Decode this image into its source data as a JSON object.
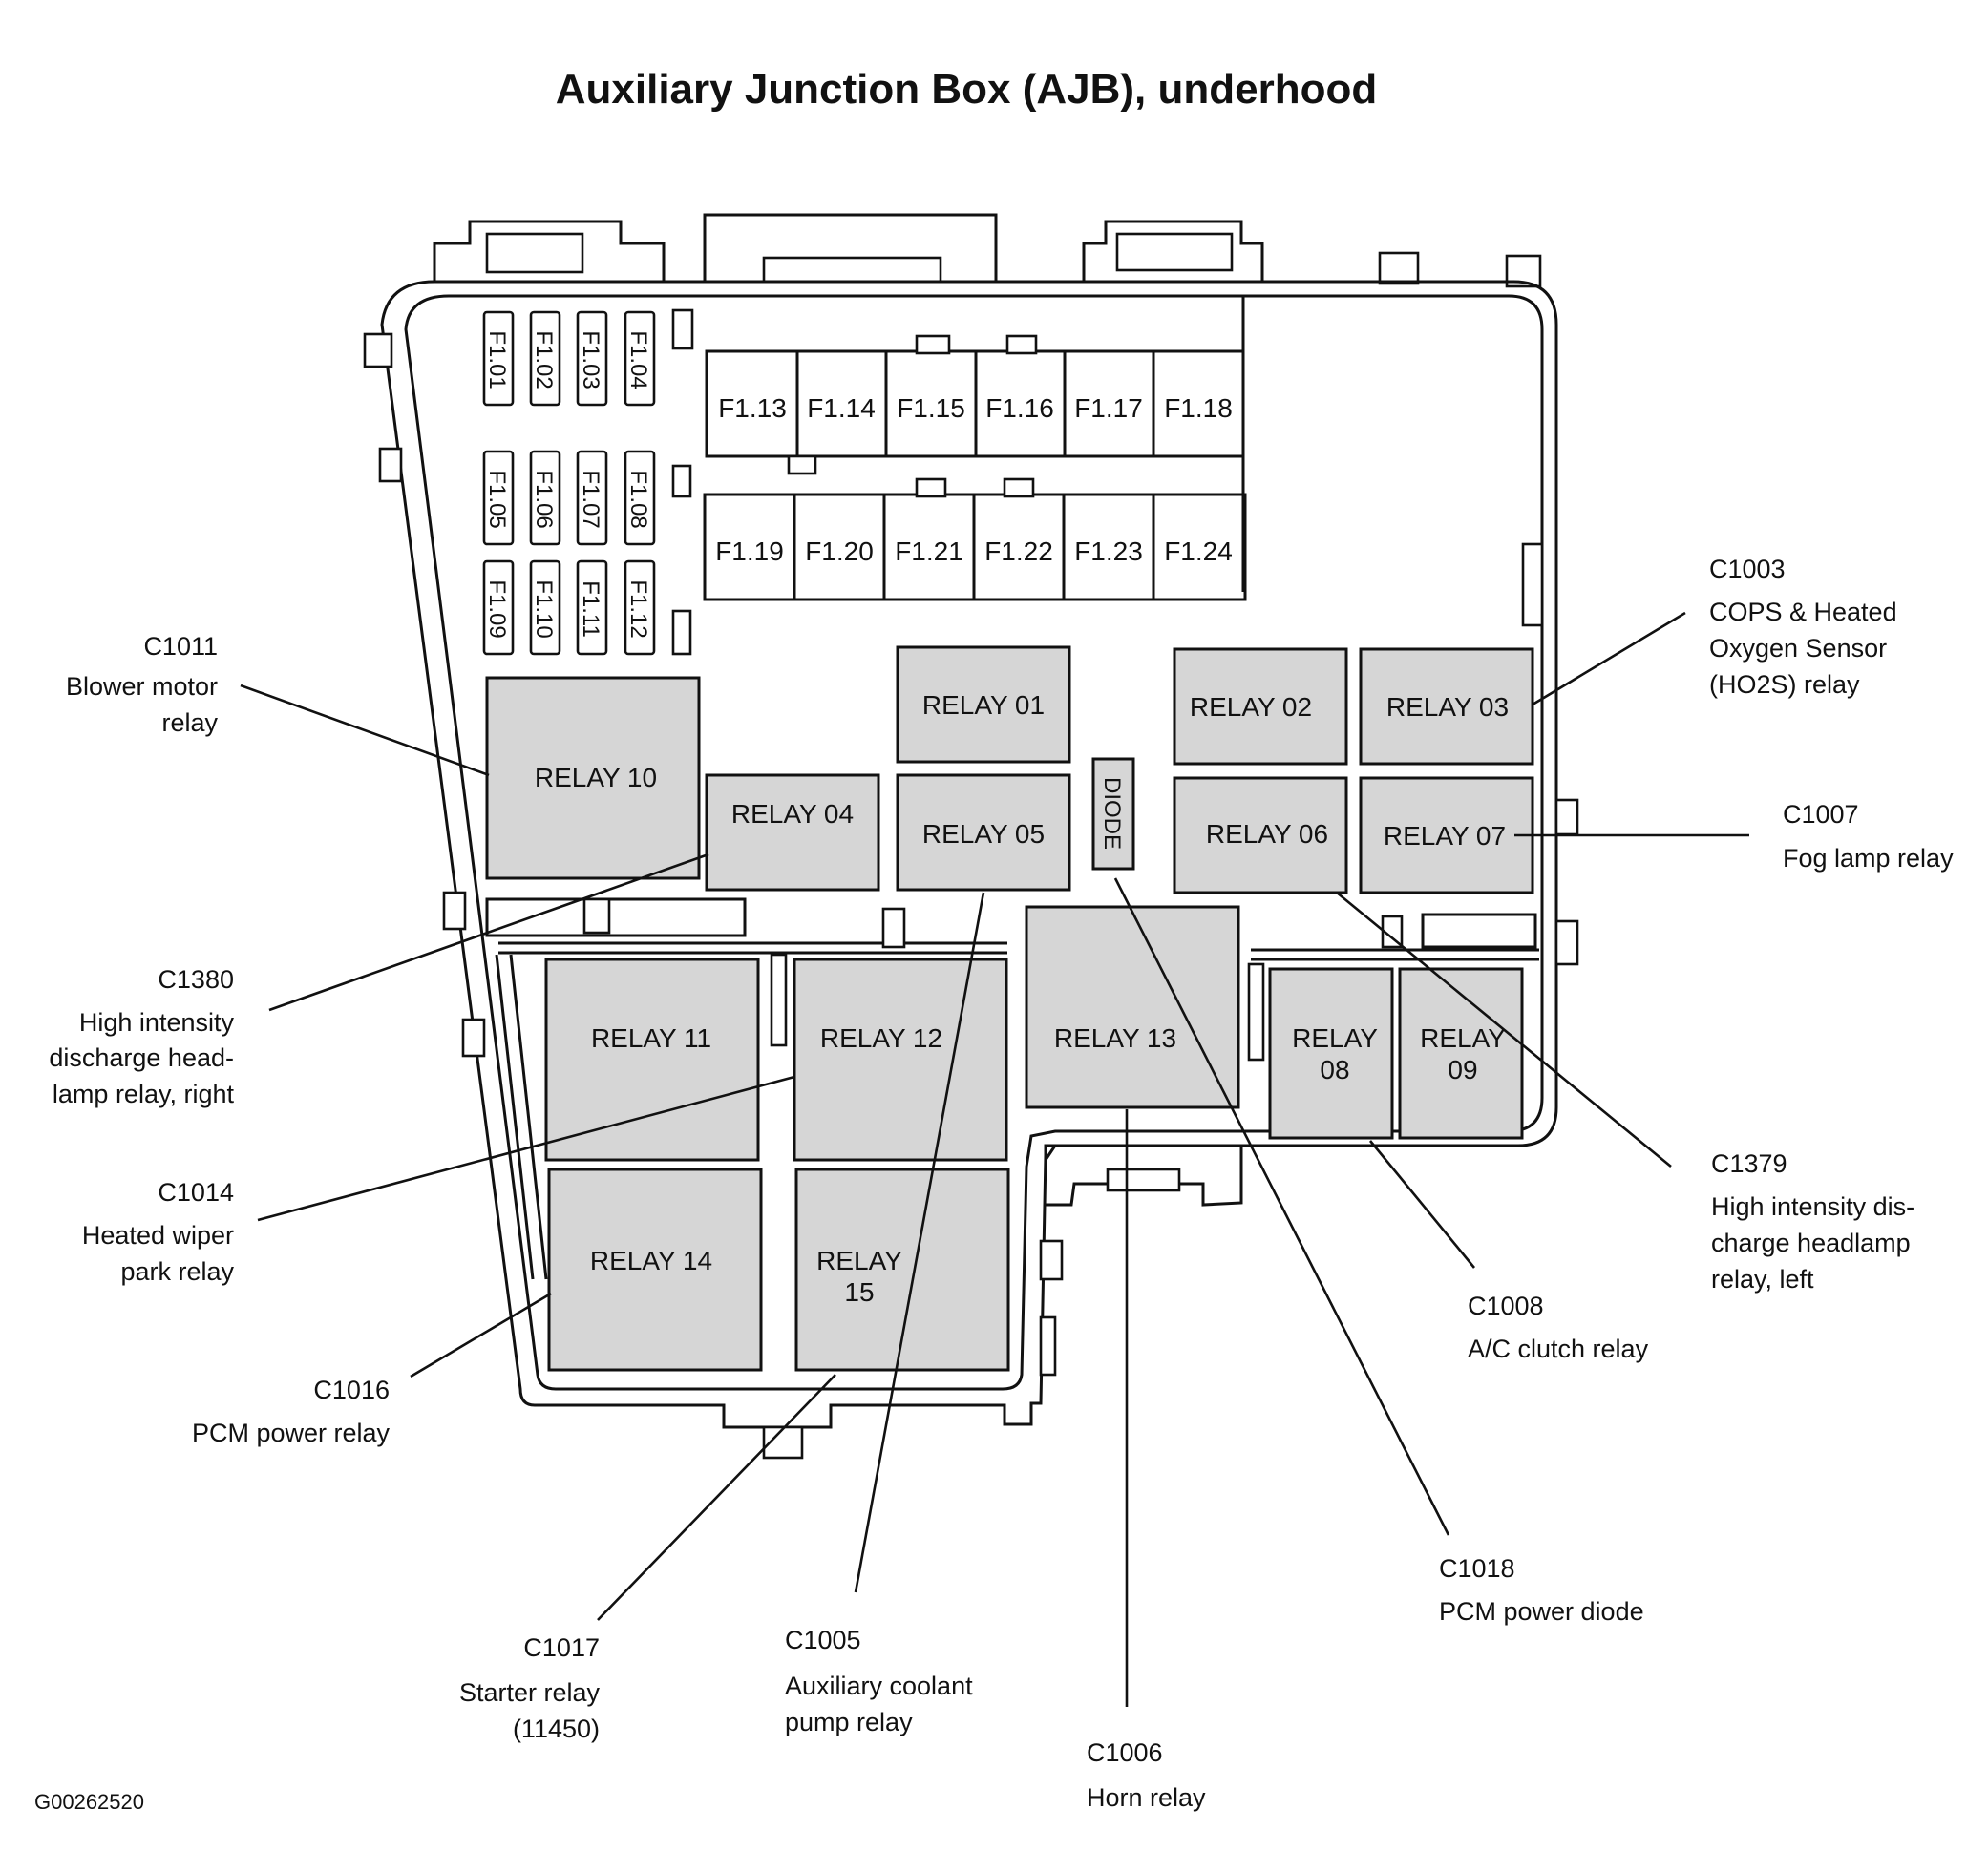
{
  "title": "Auxiliary Junction Box (AJB), underhood",
  "figure_id": "G00262520",
  "fuses_vertical": [
    "F1.01",
    "F1.02",
    "F1.03",
    "F1.04",
    "F1.05",
    "F1.06",
    "F1.07",
    "F1.08",
    "F1.09",
    "F1.10",
    "F1.11",
    "F1.12"
  ],
  "fuses_horizontal": [
    "F1.13",
    "F1.14",
    "F1.15",
    "F1.16",
    "F1.17",
    "F1.18",
    "F1.19",
    "F1.20",
    "F1.21",
    "F1.22",
    "F1.23",
    "F1.24"
  ],
  "relays": {
    "r01": "RELAY 01",
    "r02": "RELAY 02",
    "r03": "RELAY 03",
    "r04": "RELAY 04",
    "r05": "RELAY 05",
    "r06": "RELAY 06",
    "r07": "RELAY 07",
    "r08": [
      "RELAY",
      "08"
    ],
    "r09": [
      "RELAY",
      "09"
    ],
    "r10": "RELAY 10",
    "r11": "RELAY 11",
    "r12": "RELAY 12",
    "r13": "RELAY 13",
    "r14": "RELAY 14",
    "r15": [
      "RELAY",
      "15"
    ],
    "diode": "DIODE"
  },
  "callouts": {
    "c1011": {
      "code": "C1011",
      "lines": [
        "Blower motor",
        "relay"
      ]
    },
    "c1380": {
      "code": "C1380",
      "lines": [
        "High intensity",
        "discharge head-",
        "lamp relay, right"
      ]
    },
    "c1014": {
      "code": "C1014",
      "lines": [
        "Heated wiper",
        "park relay"
      ]
    },
    "c1016": {
      "code": "C1016",
      "lines": [
        "PCM power relay"
      ]
    },
    "c1017": {
      "code": "C1017",
      "lines": [
        "Starter relay",
        "(11450)"
      ]
    },
    "c1005": {
      "code": "C1005",
      "lines": [
        "Auxiliary coolant",
        "pump relay"
      ]
    },
    "c1006": {
      "code": "C1006",
      "lines": [
        "Horn relay"
      ]
    },
    "c1018": {
      "code": "C1018",
      "lines": [
        "PCM power diode"
      ]
    },
    "c1008": {
      "code": "C1008",
      "lines": [
        "A/C clutch relay"
      ]
    },
    "c1379": {
      "code": "C1379",
      "lines": [
        "High intensity dis-",
        "charge headlamp",
        "relay, left"
      ]
    },
    "c1007": {
      "code": "C1007",
      "lines": [
        "Fog lamp relay"
      ]
    },
    "c1003": {
      "code": "C1003",
      "lines": [
        "COPS & Heated",
        "Oxygen Sensor",
        "(HO2S) relay"
      ]
    }
  }
}
